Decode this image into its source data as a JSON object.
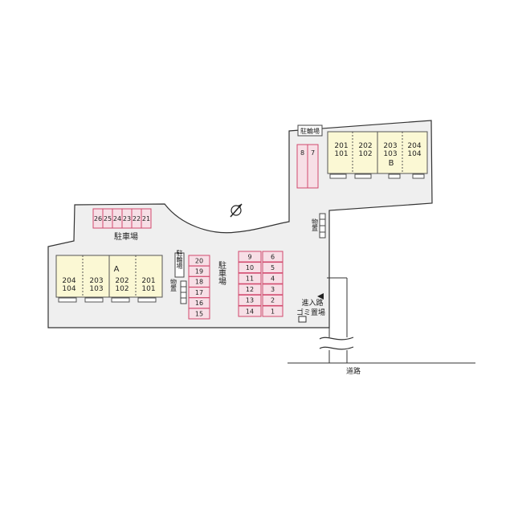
{
  "map": {
    "building_a": {
      "name": "A",
      "units": [
        {
          "upper": "204",
          "lower": "104"
        },
        {
          "upper": "203",
          "lower": "103"
        },
        {
          "upper": "202",
          "lower": "102"
        },
        {
          "upper": "201",
          "lower": "101"
        }
      ]
    },
    "building_b": {
      "name": "B",
      "units": [
        {
          "upper": "201",
          "lower": "101"
        },
        {
          "upper": "202",
          "lower": "102"
        },
        {
          "upper": "203",
          "lower": "103"
        },
        {
          "upper": "204",
          "lower": "104"
        }
      ]
    },
    "labels": {
      "parking_top": "駐車場",
      "parking_center": "駐車場",
      "bike_parking_left": "駐輪場",
      "bike_parking_top": "駐輪場",
      "storage_left": "物置",
      "storage_right": "物置",
      "entrance": "進入路",
      "garbage": "ゴミ置場",
      "road": "道路"
    },
    "parking_slots": {
      "top_row": [
        "26",
        "25",
        "24",
        "23",
        "22",
        "21"
      ],
      "left_column": [
        "20",
        "19",
        "18",
        "17",
        "16",
        "15"
      ],
      "center_left": [
        "9",
        "10",
        "11",
        "12",
        "13",
        "14"
      ],
      "center_right": [
        "6",
        "5",
        "4",
        "3",
        "2",
        "1"
      ],
      "top_right": [
        "8",
        "7"
      ]
    },
    "icons": {
      "north": "north-arrow-icon",
      "entrance_arrow": "arrow-left-icon",
      "road_break": "wavy-break-icon"
    }
  }
}
